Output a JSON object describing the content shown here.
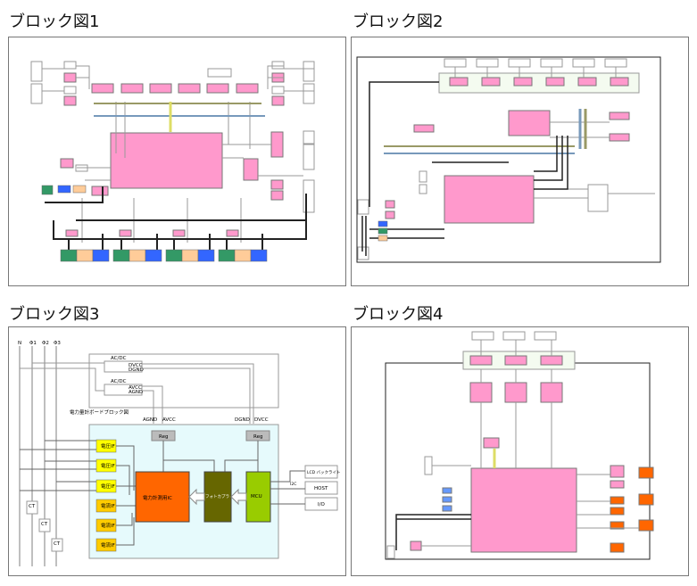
{
  "figures": [
    {
      "title": "ブロック図1"
    },
    {
      "title": "ブロック図2"
    },
    {
      "title": "ブロック図3",
      "labels": {
        "n": "N",
        "p1": "Φ1",
        "p2": "Φ2",
        "p3": "Φ3",
        "acdc": "AC/DC",
        "dvcc": "DVCC",
        "dgnd": "DGND",
        "avcc": "AVCC",
        "agnd": "AGND",
        "board": "電力量計ボードブロック図",
        "reg": "Reg",
        "vif": "電圧IF",
        "iif": "電流IF",
        "ic": "電力計測用IC",
        "photo": "フォトカプラ",
        "mcu": "MCU",
        "lcd": "LCD バックライト",
        "host": "HOST",
        "io": "I/O",
        "i2c": "I2C",
        "ct": "CT"
      }
    },
    {
      "title": "ブロック図4"
    }
  ],
  "colors": {
    "pink": "#ff99cc",
    "orange": "#ff6600",
    "olive": "#666600",
    "green": "#99cc00",
    "yellow": "#ffff00",
    "amber": "#ffcc00",
    "lightcyan": "#e6fafc",
    "teal": "#339966",
    "peach": "#ffcc99",
    "blue": "#3366ff"
  }
}
